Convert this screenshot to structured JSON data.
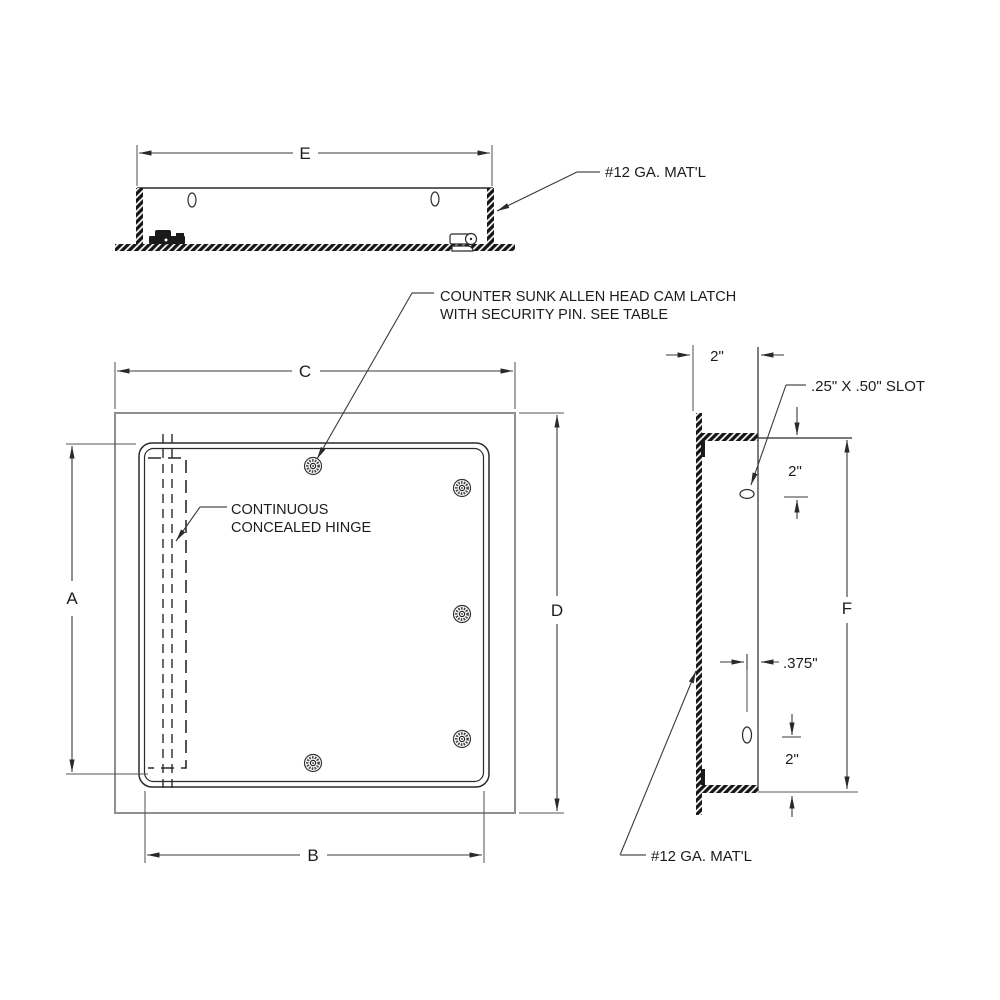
{
  "section_view": {
    "dim_width": "E",
    "material_note": "#12 GA. MAT'L"
  },
  "front_view": {
    "dim_door_height": "A",
    "dim_door_width": "B",
    "dim_frame_width": "C",
    "dim_frame_height": "D",
    "latch_note_line1": "COUNTER SUNK ALLEN HEAD CAM LATCH",
    "latch_note_line2": "WITH SECURITY  PIN. SEE TABLE",
    "hinge_note_line1": "CONTINUOUS",
    "hinge_note_line2": "CONCEALED HINGE"
  },
  "side_view": {
    "dim_flange_width": "2\"",
    "dim_slot_top": "2\"",
    "dim_slot_offset": ".375\"",
    "dim_slot_bottom": "2\"",
    "dim_height": "F",
    "slot_note": ".25\" X .50\" SLOT",
    "material_note": "#12 GA. MAT'L"
  },
  "colors": {
    "line_color": "#2a2a2a",
    "frame_color": "#8f8f8f",
    "stub_color": "#8f8f8f",
    "text_color": "#1c1c1c",
    "background": "#ffffff"
  }
}
